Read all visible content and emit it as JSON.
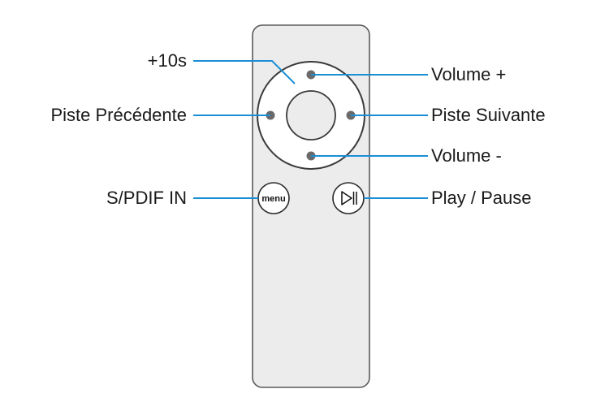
{
  "colors": {
    "leader_line": "#1a8fd6",
    "remote_fill": "#ececec",
    "remote_stroke": "#5a5a5a",
    "dot": "#6a6a6a",
    "label_text": "#1a1a1a"
  },
  "remote": {
    "menu_button_label": "menu",
    "play_pause_icon": "play-pause-icon"
  },
  "labels": {
    "skip_10s": "+10s",
    "volume_up": "Volume +",
    "previous_track": "Piste Précédente",
    "next_track": "Piste Suivante",
    "volume_down": "Volume -",
    "spdif_in": "S/PDIF IN",
    "play_pause": "Play / Pause"
  }
}
